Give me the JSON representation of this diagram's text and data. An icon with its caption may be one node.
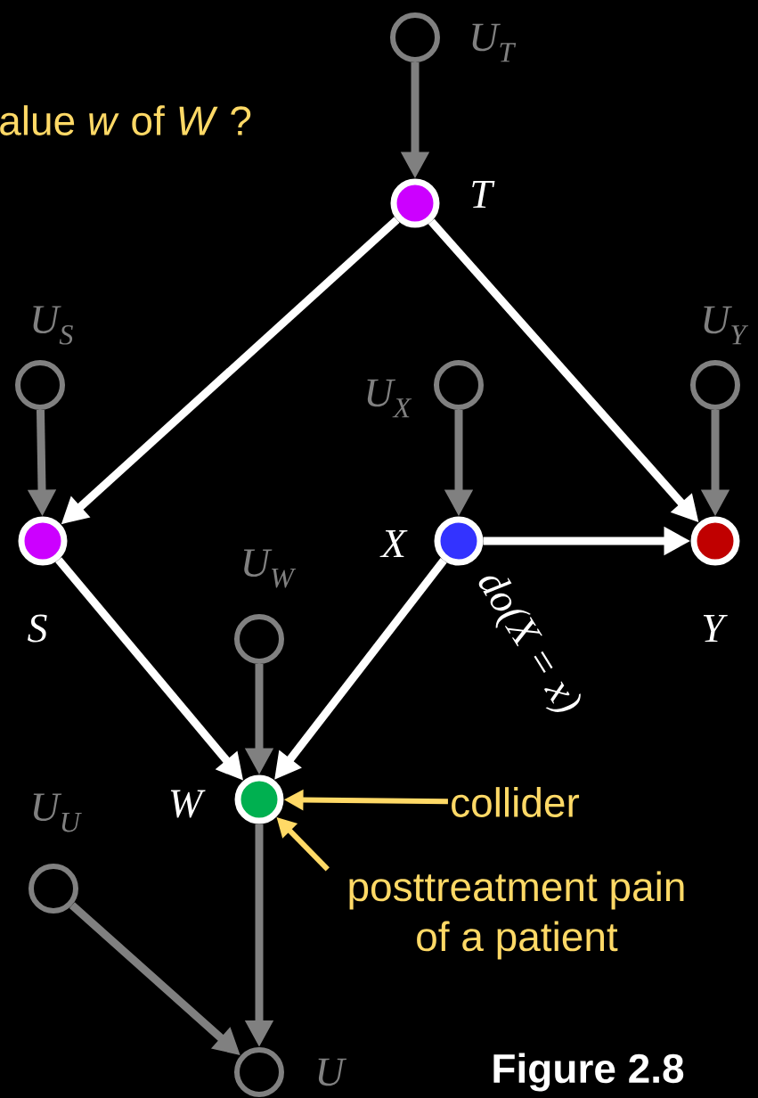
{
  "diagram": {
    "caption": "Figure 2.8",
    "nodes": [
      {
        "text": [],
        "shape": "circle",
        "beside": [
          "U$_{T}$"
        ]
      },
      {
        "text": [],
        "shape": "circle",
        "beside": [
          "T"
        ]
      },
      {
        "text": [],
        "shape": "circle",
        "beside": [
          "U$_{S}$"
        ]
      },
      {
        "text": [],
        "shape": "circle",
        "beside": [
          "U$_{X}$"
        ]
      },
      {
        "text": [],
        "shape": "circle",
        "beside": [
          "U$_{Y}$"
        ]
      },
      {
        "text": [],
        "shape": "circle",
        "beside": [
          "S"
        ]
      },
      {
        "text": [],
        "shape": "circle",
        "beside": [
          "X",
          "do(X = x)"
        ]
      },
      {
        "text": [],
        "shape": "circle",
        "beside": [
          "Y"
        ]
      },
      {
        "text": [],
        "shape": "circle",
        "beside": [
          "U$_{W}$"
        ]
      },
      {
        "text": [],
        "shape": "circle",
        "beside": [
          "W"
        ]
      },
      {
        "text": [],
        "shape": "circle",
        "beside": [
          "U$_{U}$"
        ]
      },
      {
        "text": [],
        "shape": "circle",
        "beside": [
          "U"
        ]
      },
      {
        "text": [
          "collider"
        ]
      },
      {
        "text": [
          "posttreatment pain of a patient"
        ]
      }
    ],
    "edges": [
      {
        "from": 0,
        "to": 1,
        "arrow": "to"
      },
      {
        "from": 1,
        "to": 5,
        "arrow": "to",
        "color": "#ffffff"
      },
      {
        "from": 1,
        "to": 7,
        "arrow": "to",
        "color": "#ffffff"
      },
      {
        "from": 2,
        "to": 5,
        "arrow": "to"
      },
      {
        "from": 3,
        "to": 6,
        "arrow": "to"
      },
      {
        "from": 4,
        "to": 7,
        "arrow": "to"
      },
      {
        "from": 6,
        "to": 7,
        "arrow": "to",
        "color": "#ffffff"
      },
      {
        "from": 5,
        "to": 9,
        "arrow": "to",
        "color": "#ffffff"
      },
      {
        "from": 6,
        "to": 9,
        "arrow": "to",
        "color": "#ffffff"
      },
      {
        "from": 8,
        "to": 9,
        "arrow": "to"
      },
      {
        "from": 9,
        "to": 11,
        "arrow": "to"
      },
      {
        "from": 10,
        "to": 11,
        "arrow": "to"
      },
      {
        "from": 12,
        "to": 9,
        "arrow": "to",
        "color": "#ffd966"
      },
      {
        "from": 13,
        "to": 9,
        "arrow": "to",
        "color": "#ffd966"
      }
    ],
    "labels": [
      "alue *w* of *W* ?"
    ]
  }
}
